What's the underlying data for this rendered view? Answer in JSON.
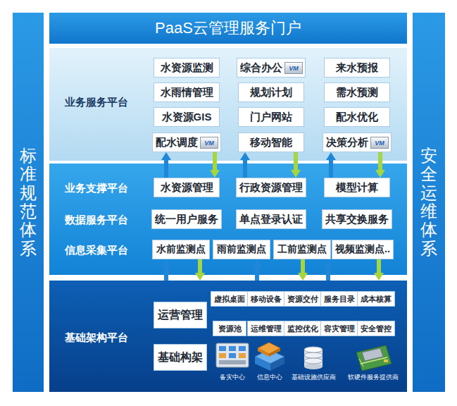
{
  "diagram": {
    "nodes": [
      {
        "text": [
          "标准规范体系"
        ]
      },
      {
        "text": [
          "PaaS云管理服务门户"
        ]
      },
      {
        "text": [
          "业务服务平台"
        ]
      },
      {
        "text": [
          "水资源监测"
        ],
        "in": 2
      },
      {
        "text": [
          "综合办公"
        ],
        "in": 2
      },
      {
        "text": [
          "来水预报"
        ],
        "in": 2
      },
      {
        "text": [
          "水雨情管理"
        ],
        "in": 2
      },
      {
        "text": [
          "规划计划"
        ],
        "in": 2
      },
      {
        "text": [
          "需水预测"
        ],
        "in": 2
      },
      {
        "text": [
          "水资源GIS"
        ],
        "in": 2
      },
      {
        "text": [
          "门户网站"
        ],
        "in": 2
      },
      {
        "text": [
          "配水优化"
        ],
        "in": 2
      },
      {
        "text": [
          "配水调度"
        ],
        "in": 2
      },
      {
        "text": [
          "移动智能"
        ],
        "in": 2
      },
      {
        "text": [
          "决策分析"
        ],
        "in": 2
      },
      {
        "text": [
          "业务支撑平台",
          "数据服务平台",
          "信息采集平台"
        ]
      },
      {
        "text": [
          "水资源管理"
        ],
        "in": 15
      },
      {
        "text": [
          "行政资源管理"
        ],
        "in": 15
      },
      {
        "text": [
          "模型计算"
        ],
        "in": 15
      },
      {
        "text": [
          "统一用户服务"
        ],
        "in": 15
      },
      {
        "text": [
          "单点登录认证"
        ],
        "in": 15
      },
      {
        "text": [
          "共享交换服务"
        ],
        "in": 15
      },
      {
        "text": [
          "水前监测点"
        ],
        "in": 15
      },
      {
        "text": [
          "雨前监测点"
        ],
        "in": 15
      },
      {
        "text": [
          "工前监测点"
        ],
        "in": 15
      },
      {
        "text": [
          "视频监测点.."
        ],
        "in": 15
      },
      {
        "text": [
          "基础架构平台"
        ]
      },
      {
        "text": [
          "运营管理"
        ],
        "in": 26
      },
      {
        "text": [
          "基础构架"
        ],
        "in": 26
      },
      {
        "text": [
          "虚拟桌面"
        ],
        "in": 26
      },
      {
        "text": [
          "移动设备"
        ],
        "in": 26
      },
      {
        "text": [
          "资源交付"
        ],
        "in": 26
      },
      {
        "text": [
          "服务目录"
        ],
        "in": 26
      },
      {
        "text": [
          "成本核算"
        ],
        "in": 26
      },
      {
        "text": [
          "资源池"
        ],
        "in": 26
      },
      {
        "text": [
          "运维管理"
        ],
        "in": 26
      },
      {
        "text": [
          "监控优化"
        ],
        "in": 26
      },
      {
        "text": [
          "容灾管理"
        ],
        "in": 26
      },
      {
        "text": [
          "安全管控"
        ],
        "in": 26
      },
      {
        "text": [
          "安全运维体系"
        ]
      }
    ],
    "edges": [
      {
        "from": 16,
        "to": 12,
        "arrow": "to"
      },
      {
        "from": 12,
        "to": 16,
        "arrow": "to"
      },
      {
        "from": 17,
        "to": 13,
        "arrow": "to"
      },
      {
        "from": 13,
        "to": 17,
        "arrow": "to"
      },
      {
        "from": 18,
        "to": 14,
        "arrow": "to"
      },
      {
        "from": 14,
        "to": 18,
        "arrow": "to"
      },
      {
        "from": 26,
        "to": 22,
        "arrow": "to"
      },
      {
        "from": 22,
        "to": 26,
        "arrow": "to"
      },
      {
        "from": 26,
        "to": 23,
        "arrow": "to"
      },
      {
        "from": 24,
        "to": 26,
        "arrow": "to"
      },
      {
        "from": 26,
        "to": 24,
        "arrow": "to"
      },
      {
        "from": 25,
        "to": 26,
        "arrow": "to"
      }
    ],
    "labels": [
      "VM",
      "VM",
      "VM",
      "备灾中心",
      "信息中心",
      "基础设施供应商",
      "软硬件服务提供商"
    ]
  }
}
